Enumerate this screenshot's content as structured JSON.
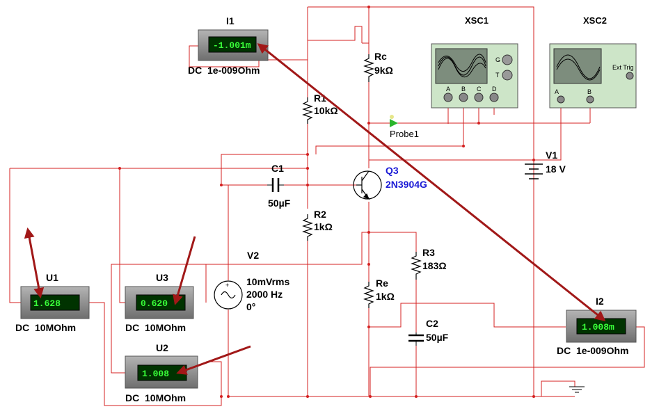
{
  "meters": {
    "I1": {
      "name": "I1",
      "reading": "-1.001m",
      "mode": "DC  1e-009Ohm"
    },
    "I2": {
      "name": "I2",
      "reading": "1.008m",
      "mode": "DC  1e-009Ohm"
    },
    "U1": {
      "name": "U1",
      "reading": "1.628",
      "mode": "DC  10MOhm"
    },
    "U2": {
      "name": "U2",
      "reading": "1.008",
      "mode": "DC  10MOhm"
    },
    "U3": {
      "name": "U3",
      "reading": "0.620",
      "mode": "DC  10MOhm"
    }
  },
  "scopes": {
    "XSC1": {
      "name": "XSC1",
      "channels": [
        "A",
        "B",
        "C",
        "D"
      ],
      "side_ports": [
        "G",
        "T"
      ]
    },
    "XSC2": {
      "name": "XSC2",
      "channels": [
        "A",
        "B"
      ],
      "side_label": "Ext Trig"
    }
  },
  "components": {
    "Rc": {
      "name": "Rc",
      "value": "9kΩ"
    },
    "R1": {
      "name": "R1",
      "value": "10kΩ"
    },
    "R2": {
      "name": "R2",
      "value": "1kΩ"
    },
    "R3": {
      "name": "R3",
      "value": "183Ω"
    },
    "Re": {
      "name": "Re",
      "value": "1kΩ"
    },
    "C1": {
      "name": "C1",
      "value": "50µF"
    },
    "C2": {
      "name": "C2",
      "value": "50µF"
    },
    "Q3": {
      "name": "Q3",
      "model": "2N3904G"
    },
    "V1": {
      "name": "V1",
      "value": "18 V"
    },
    "V2": {
      "name": "V2",
      "amplitude": "10mVrms",
      "frequency": "2000 Hz",
      "phase": "0°"
    },
    "Probe1": {
      "name": "Probe1"
    }
  },
  "colors": {
    "wire": "#d42020",
    "arrow": "#a11818",
    "meter_body": "#8a8a8a",
    "meter_screen": "#003300",
    "meter_text": "#39ff39",
    "scope_body": "#cde5c8",
    "transistor_label": "#1a1ad6",
    "probe": "#2bb52b"
  }
}
